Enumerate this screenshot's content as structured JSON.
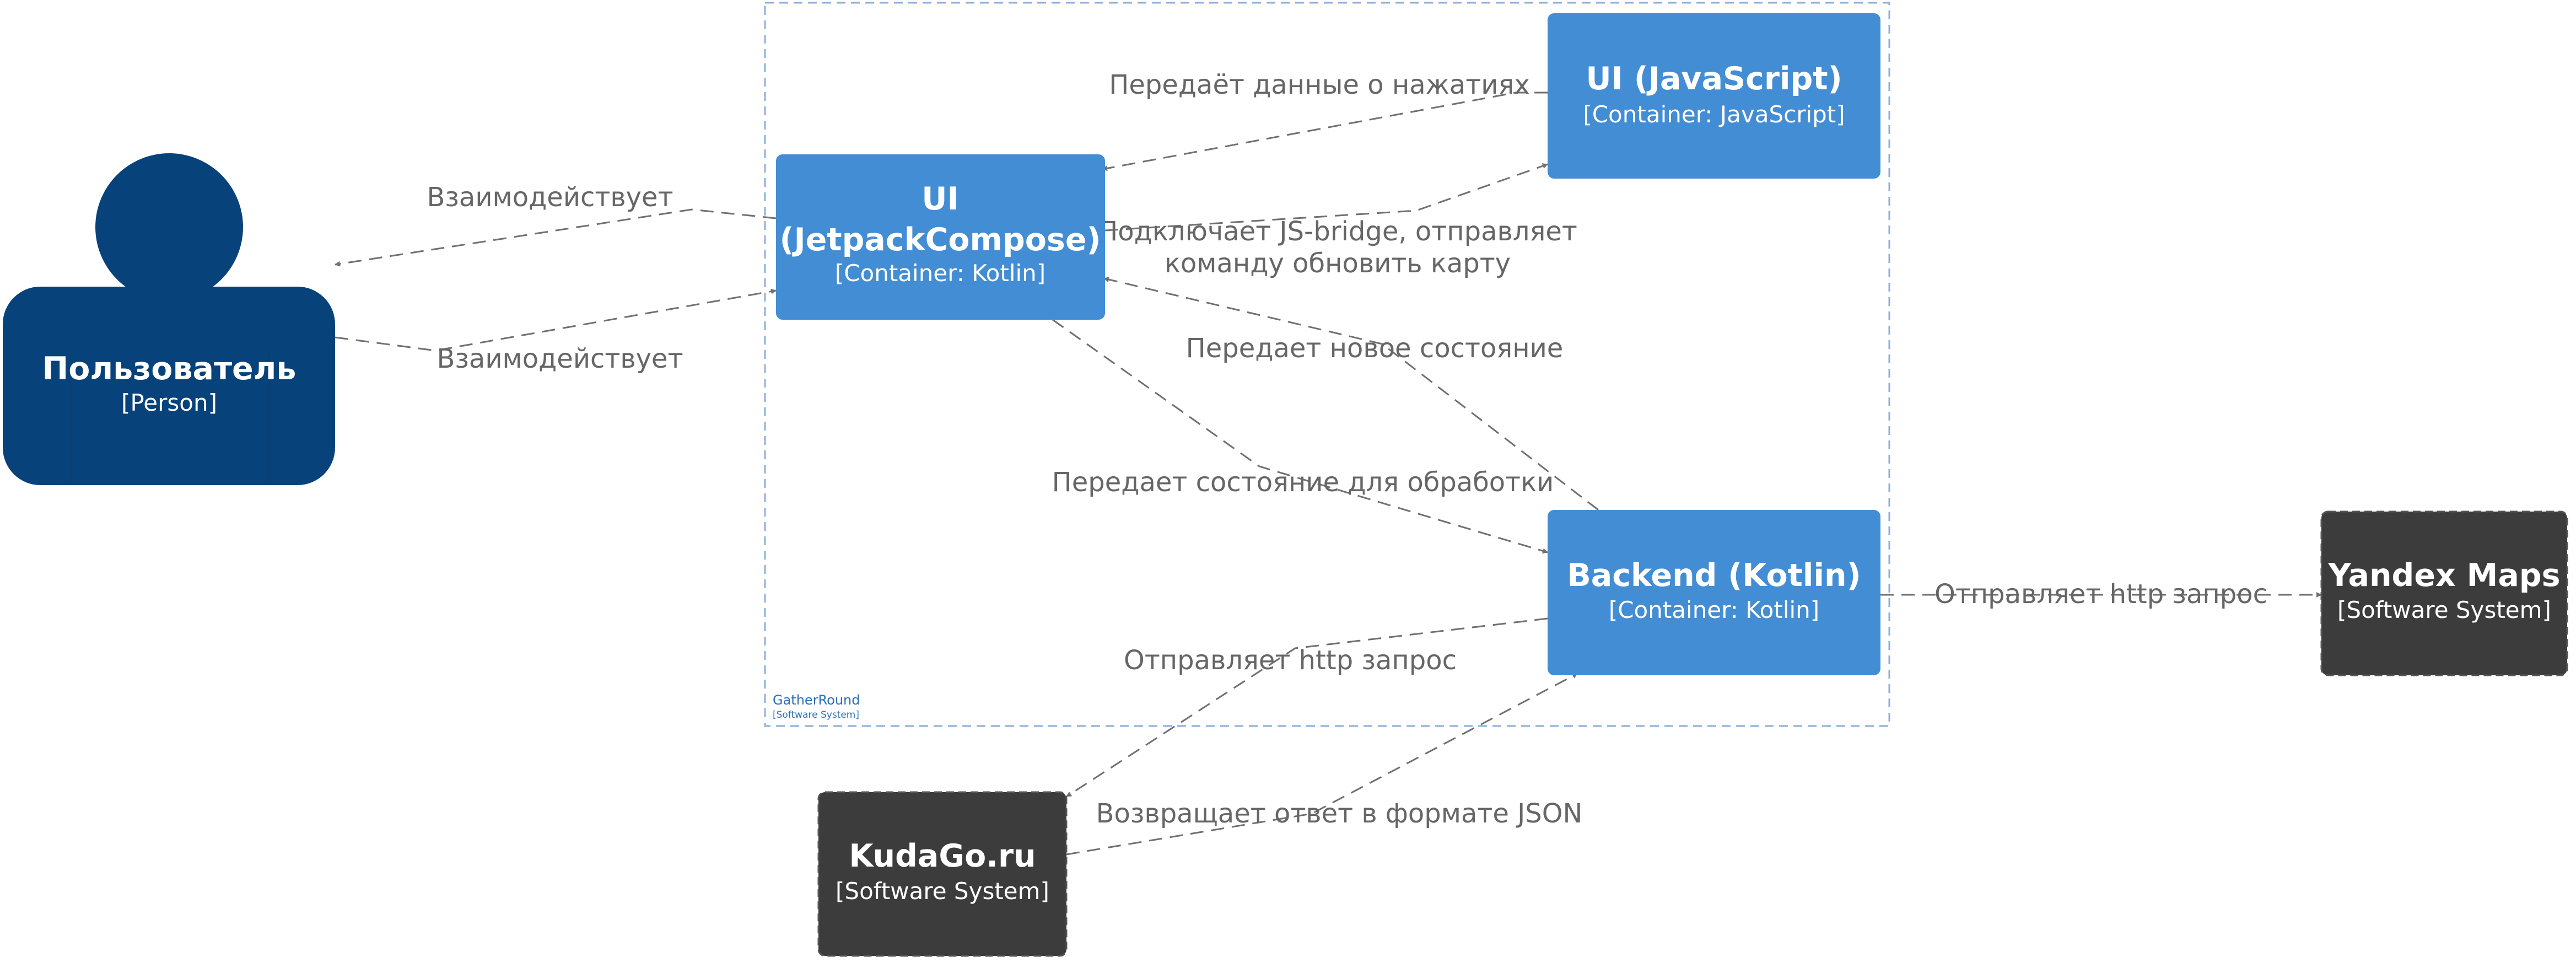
{
  "colors": {
    "person": "#08427b",
    "container": "#438dd5",
    "external_system": "#3c3c3c",
    "boundary": "#8ab0da",
    "boundary_label": "#2a6fb8",
    "edge": "#707070",
    "edge_label": "#666666",
    "node_text": "#ffffff"
  },
  "boundary": {
    "name": "GatherRound",
    "type": "[Software System]"
  },
  "nodes": {
    "user": {
      "name": "Пользователь",
      "type": "[Person]",
      "kind": "person"
    },
    "ui_compose": {
      "name_line1": "UI",
      "name_line2": "(JetpackCompose)",
      "type": "[Container: Kotlin]",
      "kind": "container"
    },
    "ui_js": {
      "name": "UI (JavaScript)",
      "type": "[Container: JavaScript]",
      "kind": "container"
    },
    "backend": {
      "name": "Backend (Kotlin)",
      "type": "[Container: Kotlin]",
      "kind": "container"
    },
    "yandex": {
      "name": "Yandex Maps",
      "type": "[Software System]",
      "kind": "external-system"
    },
    "kudago": {
      "name": "KudaGo.ru",
      "type": "[Software System]",
      "kind": "external-system"
    }
  },
  "edges": {
    "compose_to_user": {
      "label": "Взаимодействует"
    },
    "user_to_compose": {
      "label": "Взаимодействует"
    },
    "js_to_compose": {
      "label": "Передаёт данные о нажатиях"
    },
    "compose_to_js": {
      "label_line1": "Подключает JS-bridge, отправляет",
      "label_line2": "команду обновить карту"
    },
    "backend_to_compose": {
      "label": "Передает новое состояние"
    },
    "compose_to_backend": {
      "label": "Передает состояние для обработки"
    },
    "backend_to_yandex": {
      "label": "Отправляет http запрос"
    },
    "backend_to_kudago": {
      "label": "Отправляет http запрос"
    },
    "kudago_to_backend": {
      "label": "Возвращает ответ в формате JSON"
    }
  }
}
